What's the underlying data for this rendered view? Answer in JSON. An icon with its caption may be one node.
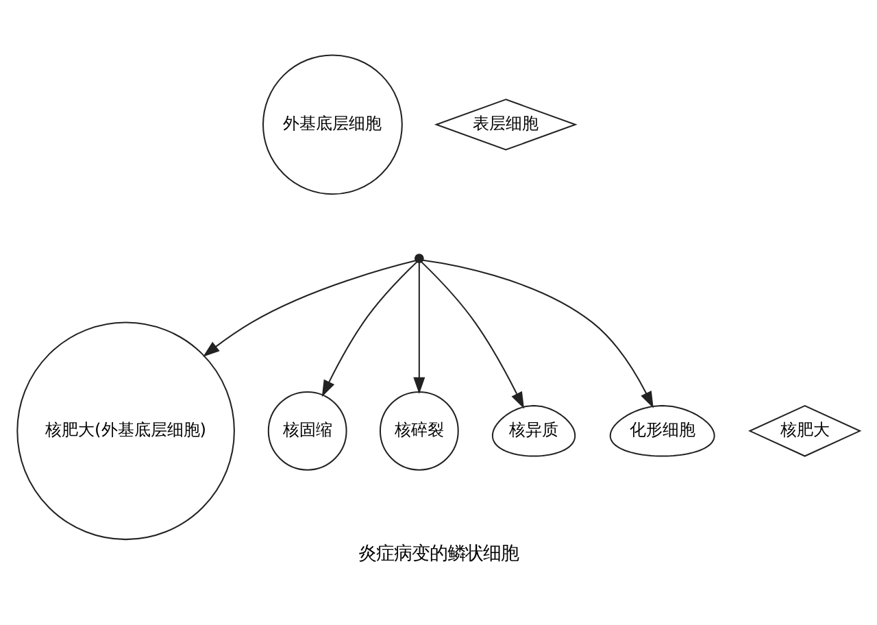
{
  "diagram": {
    "caption": "炎症病变的鳞状细胞",
    "nodes": [
      {
        "text": [
          "外基底层细胞"
        ]
      },
      {
        "text": [
          "表层细胞"
        ]
      },
      {
        "text": [],
        "shape": "point"
      },
      {
        "text": [
          "核肥大(外基底层细胞)"
        ]
      },
      {
        "text": [
          "核肥大"
        ]
      },
      {
        "text": [
          "核固缩"
        ]
      },
      {
        "text": [
          "核碎裂"
        ]
      },
      {
        "text": [
          "核异质"
        ]
      },
      {
        "text": [
          "化形细胞"
        ]
      }
    ],
    "edges": [
      {
        "from": 2,
        "to": 3,
        "arrow": "to"
      },
      {
        "from": 2,
        "to": 5,
        "arrow": "to"
      },
      {
        "from": 2,
        "to": 6,
        "arrow": "to"
      },
      {
        "from": 2,
        "to": 7,
        "arrow": "to"
      },
      {
        "from": 2,
        "to": 8,
        "arrow": "to"
      }
    ]
  }
}
